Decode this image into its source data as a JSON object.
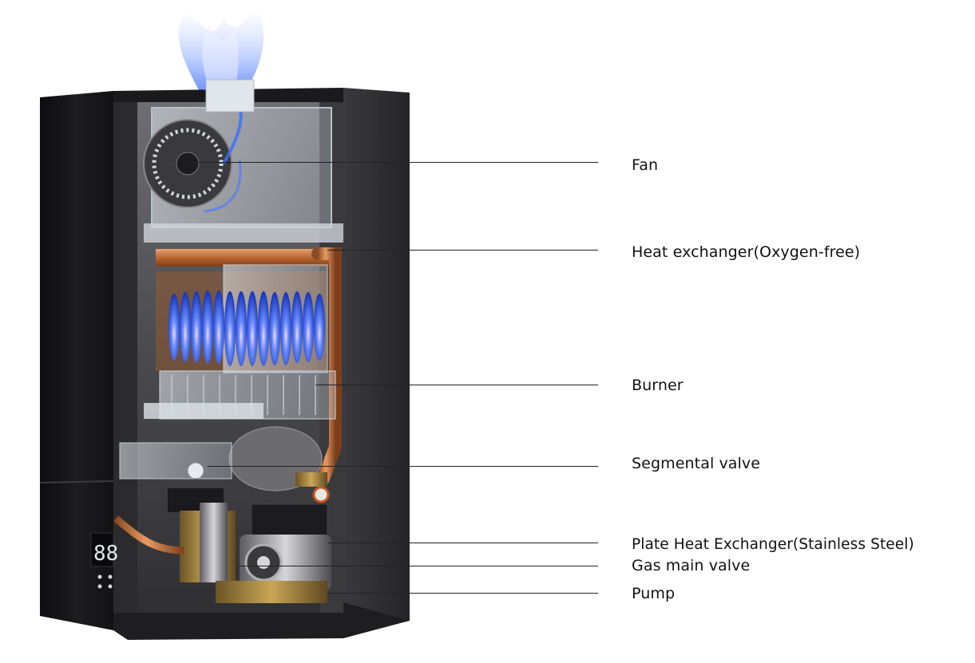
{
  "diagram": {
    "labels": {
      "fan": "Fan",
      "heat_exchanger": "Heat exchanger(Oxygen-free)",
      "burner": "Burner",
      "segmental_valve": "Segmental valve",
      "plate_heat_exchanger": "Plate Heat Exchanger(Stainless Steel)",
      "gas_main_valve": "Gas main valve",
      "pump": "Pump"
    },
    "display_readout": "88",
    "colors": {
      "casing": "#2a2a2c",
      "casing_dark": "#141416",
      "copper": "#c0703a",
      "flame_blue": "#3d6df0",
      "leader_line": "#222222",
      "label_text": "#111111"
    }
  }
}
